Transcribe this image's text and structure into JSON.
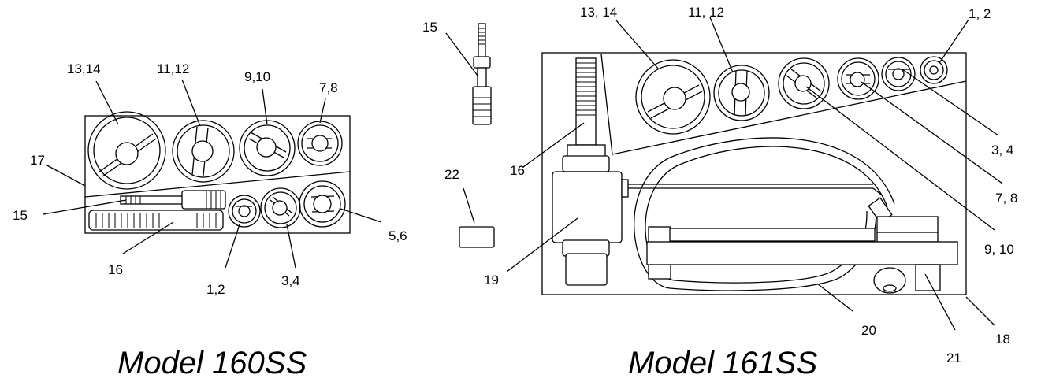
{
  "models": {
    "left": {
      "title": "Model 160SS",
      "labels": {
        "l_13_14": "13,14",
        "l_11_12": "11,12",
        "l_9_10": "9,10",
        "l_7_8": "7,8",
        "l_17": "17",
        "l_15": "15",
        "l_16": "16",
        "l_1_2": "1,2",
        "l_3_4": "3,4",
        "l_5_6": "5,6"
      }
    },
    "right": {
      "title": "Model 161SS",
      "labels": {
        "l_15": "15",
        "l_22": "22",
        "l_16": "16",
        "l_19": "19",
        "l_13_14": "13, 14",
        "l_11_12": "11, 12",
        "l_1_2": "1, 2",
        "l_3_4": "3, 4",
        "l_7_8": "7, 8",
        "l_9_10": "9, 10",
        "l_20": "20",
        "l_21": "21",
        "l_18": "18"
      }
    }
  }
}
